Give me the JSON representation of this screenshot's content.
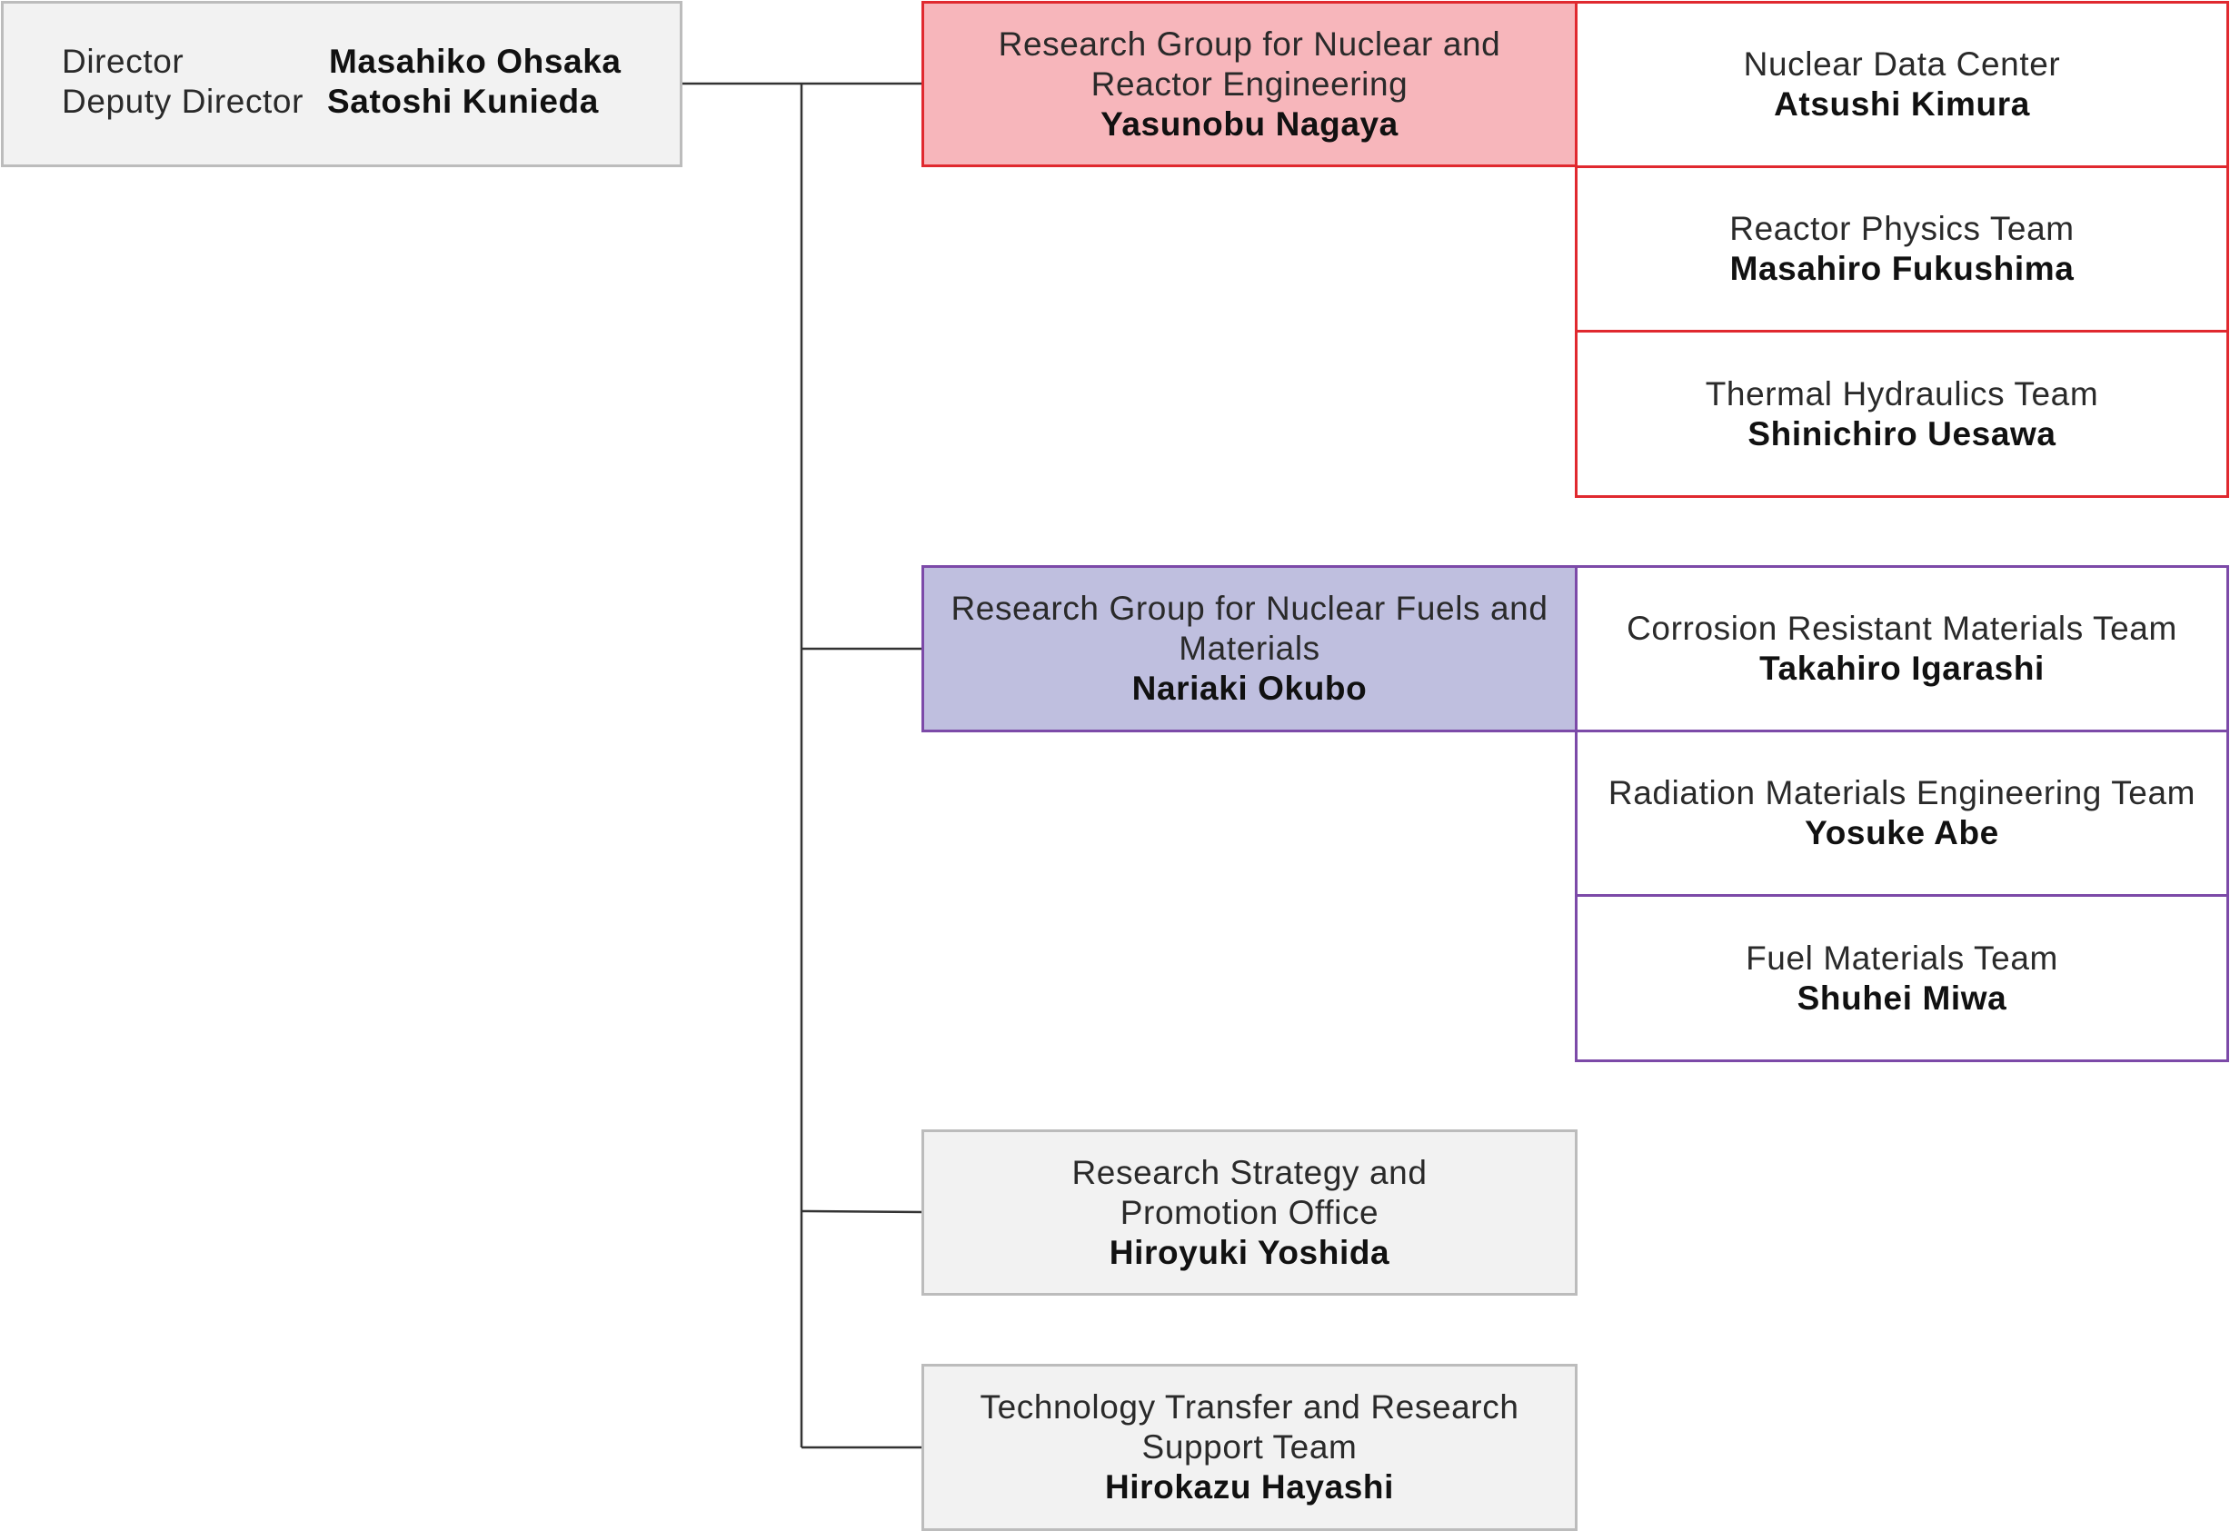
{
  "director": {
    "director_label": "Director",
    "director_name": "Masahiko Ohsaka",
    "deputy_label": "Deputy Director",
    "deputy_name": "Satoshi Kunieda"
  },
  "groups": [
    {
      "title_line1": "Research Group for Nuclear and",
      "title_line2": "Reactor Engineering",
      "leader": "Yasunobu Nagaya",
      "accent": "#e0292f",
      "fill": "#f7b6bb",
      "teams": [
        {
          "title": "Nuclear Data Center",
          "leader": "Atsushi Kimura"
        },
        {
          "title": "Reactor Physics Team",
          "leader": "Masahiro Fukushima"
        },
        {
          "title": "Thermal Hydraulics Team",
          "leader": "Shinichiro Uesawa"
        }
      ]
    },
    {
      "title_line1": "Research Group for Nuclear Fuels and",
      "title_line2": "Materials",
      "leader": "Nariaki Okubo",
      "accent": "#7c4aa8",
      "fill": "#bfbfdf",
      "teams": [
        {
          "title": "Corrosion Resistant Materials Team",
          "leader": "Takahiro Igarashi"
        },
        {
          "title": "Radiation Materials Engineering Team",
          "leader": "Yosuke Abe"
        },
        {
          "title": "Fuel Materials Team",
          "leader": "Shuhei Miwa"
        }
      ]
    }
  ],
  "offices": [
    {
      "title_line1": "Research Strategy and",
      "title_line2": "Promotion Office",
      "leader": "Hiroyuki Yoshida"
    },
    {
      "title_line1": "Technology Transfer and Research",
      "title_line2": "Support Team",
      "leader": "Hirokazu Hayashi"
    }
  ]
}
